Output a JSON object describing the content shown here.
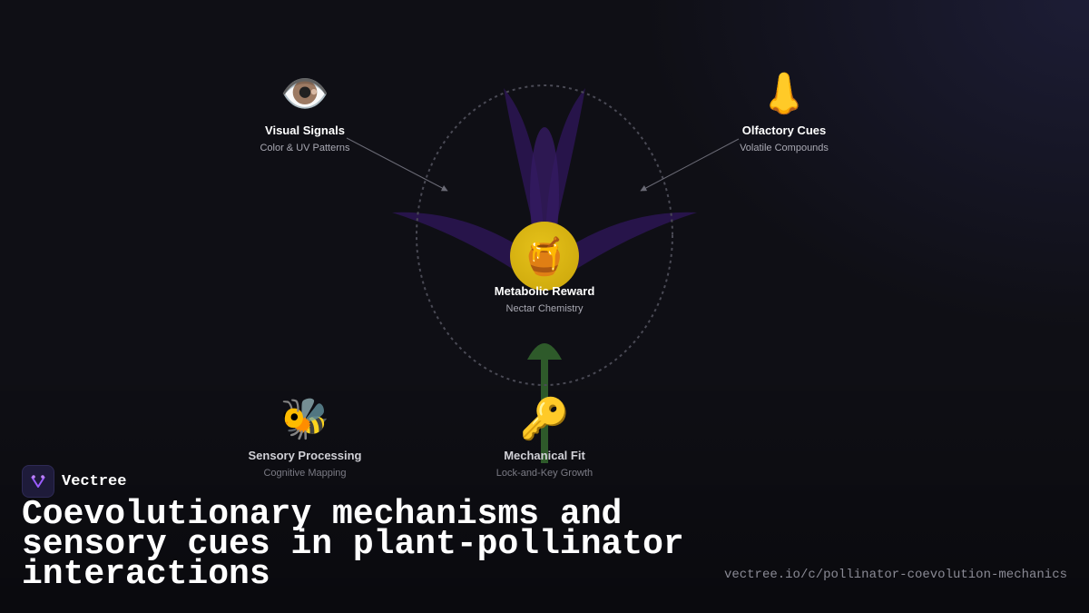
{
  "diagram": {
    "nodes": {
      "visual": {
        "icon": "eye-icon",
        "emoji": "👁️",
        "title": "Visual Signals",
        "subtitle": "Color & UV Patterns"
      },
      "olfactory": {
        "icon": "nose-icon",
        "emoji": "👃",
        "title": "Olfactory Cues",
        "subtitle": "Volatile Compounds"
      },
      "metabolic": {
        "icon": "honey-pot-icon",
        "emoji": "🍯",
        "title": "Metabolic Reward",
        "subtitle": "Nectar Chemistry"
      },
      "sensory": {
        "icon": "bee-icon",
        "emoji": "🐝",
        "title": "Sensory Processing",
        "subtitle": "Cognitive Mapping"
      },
      "mechanical": {
        "icon": "key-icon",
        "emoji": "🔑",
        "title": "Mechanical Fit",
        "subtitle": "Lock-and-Key Growth"
      }
    },
    "colors": {
      "petal": "#2a1550",
      "stem": "#2e5a2a",
      "badge": "#d8b40f"
    }
  },
  "brand": {
    "name": "Vectree",
    "logo_icon": "vectree-logo-icon"
  },
  "headline": "Coevolutionary mechanisms and sensory cues in plant-pollinator interactions",
  "url": "vectree.io/c/pollinator-coevolution-mechanics"
}
